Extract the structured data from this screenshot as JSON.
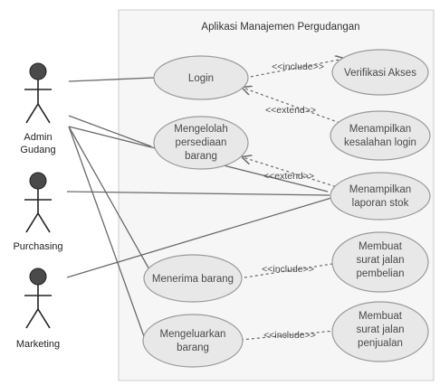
{
  "system": {
    "title": "Aplikasi Manajemen Pergudangan"
  },
  "actors": {
    "admin": {
      "label_line1": "Admin",
      "label_line2": "Gudang"
    },
    "purchasing": {
      "label": "Purchasing"
    },
    "marketing": {
      "label": "Marketing"
    }
  },
  "use_cases": {
    "login": {
      "line1": "Login"
    },
    "verifikasi": {
      "line1": "Verifikasi Akses"
    },
    "mengelolah": {
      "line1": "Mengelolah",
      "line2": "persediaan",
      "line3": "barang"
    },
    "kesalahan": {
      "line1": "Menampilkan",
      "line2": "kesalahan login"
    },
    "laporan": {
      "line1": "Menampilkan",
      "line2": "laporan stok"
    },
    "menerima": {
      "line1": "Menerima barang"
    },
    "surat_pembelian": {
      "line1": "Membuat",
      "line2": "surat jalan",
      "line3": "pembelian"
    },
    "mengeluarkan": {
      "line1": "Mengeluarkan",
      "line2": "barang"
    },
    "surat_penjualan": {
      "line1": "Membuat",
      "line2": "surat jalan",
      "line3": "penjualan"
    }
  },
  "relations": {
    "include_login": "<<include>>",
    "extend_kesalahan": "<<extend>>",
    "extend_laporan": "<<extend>>",
    "include_pembelian": "<<include>>",
    "include_penjualan": "<<include>>"
  },
  "colors": {
    "usecase_fill": "#e8e8e8",
    "usecase_stroke": "#9a9a9a",
    "system_fill": "#f6f6f6",
    "line": "#6a6a6a",
    "actor_head": "#4a4a4a"
  }
}
